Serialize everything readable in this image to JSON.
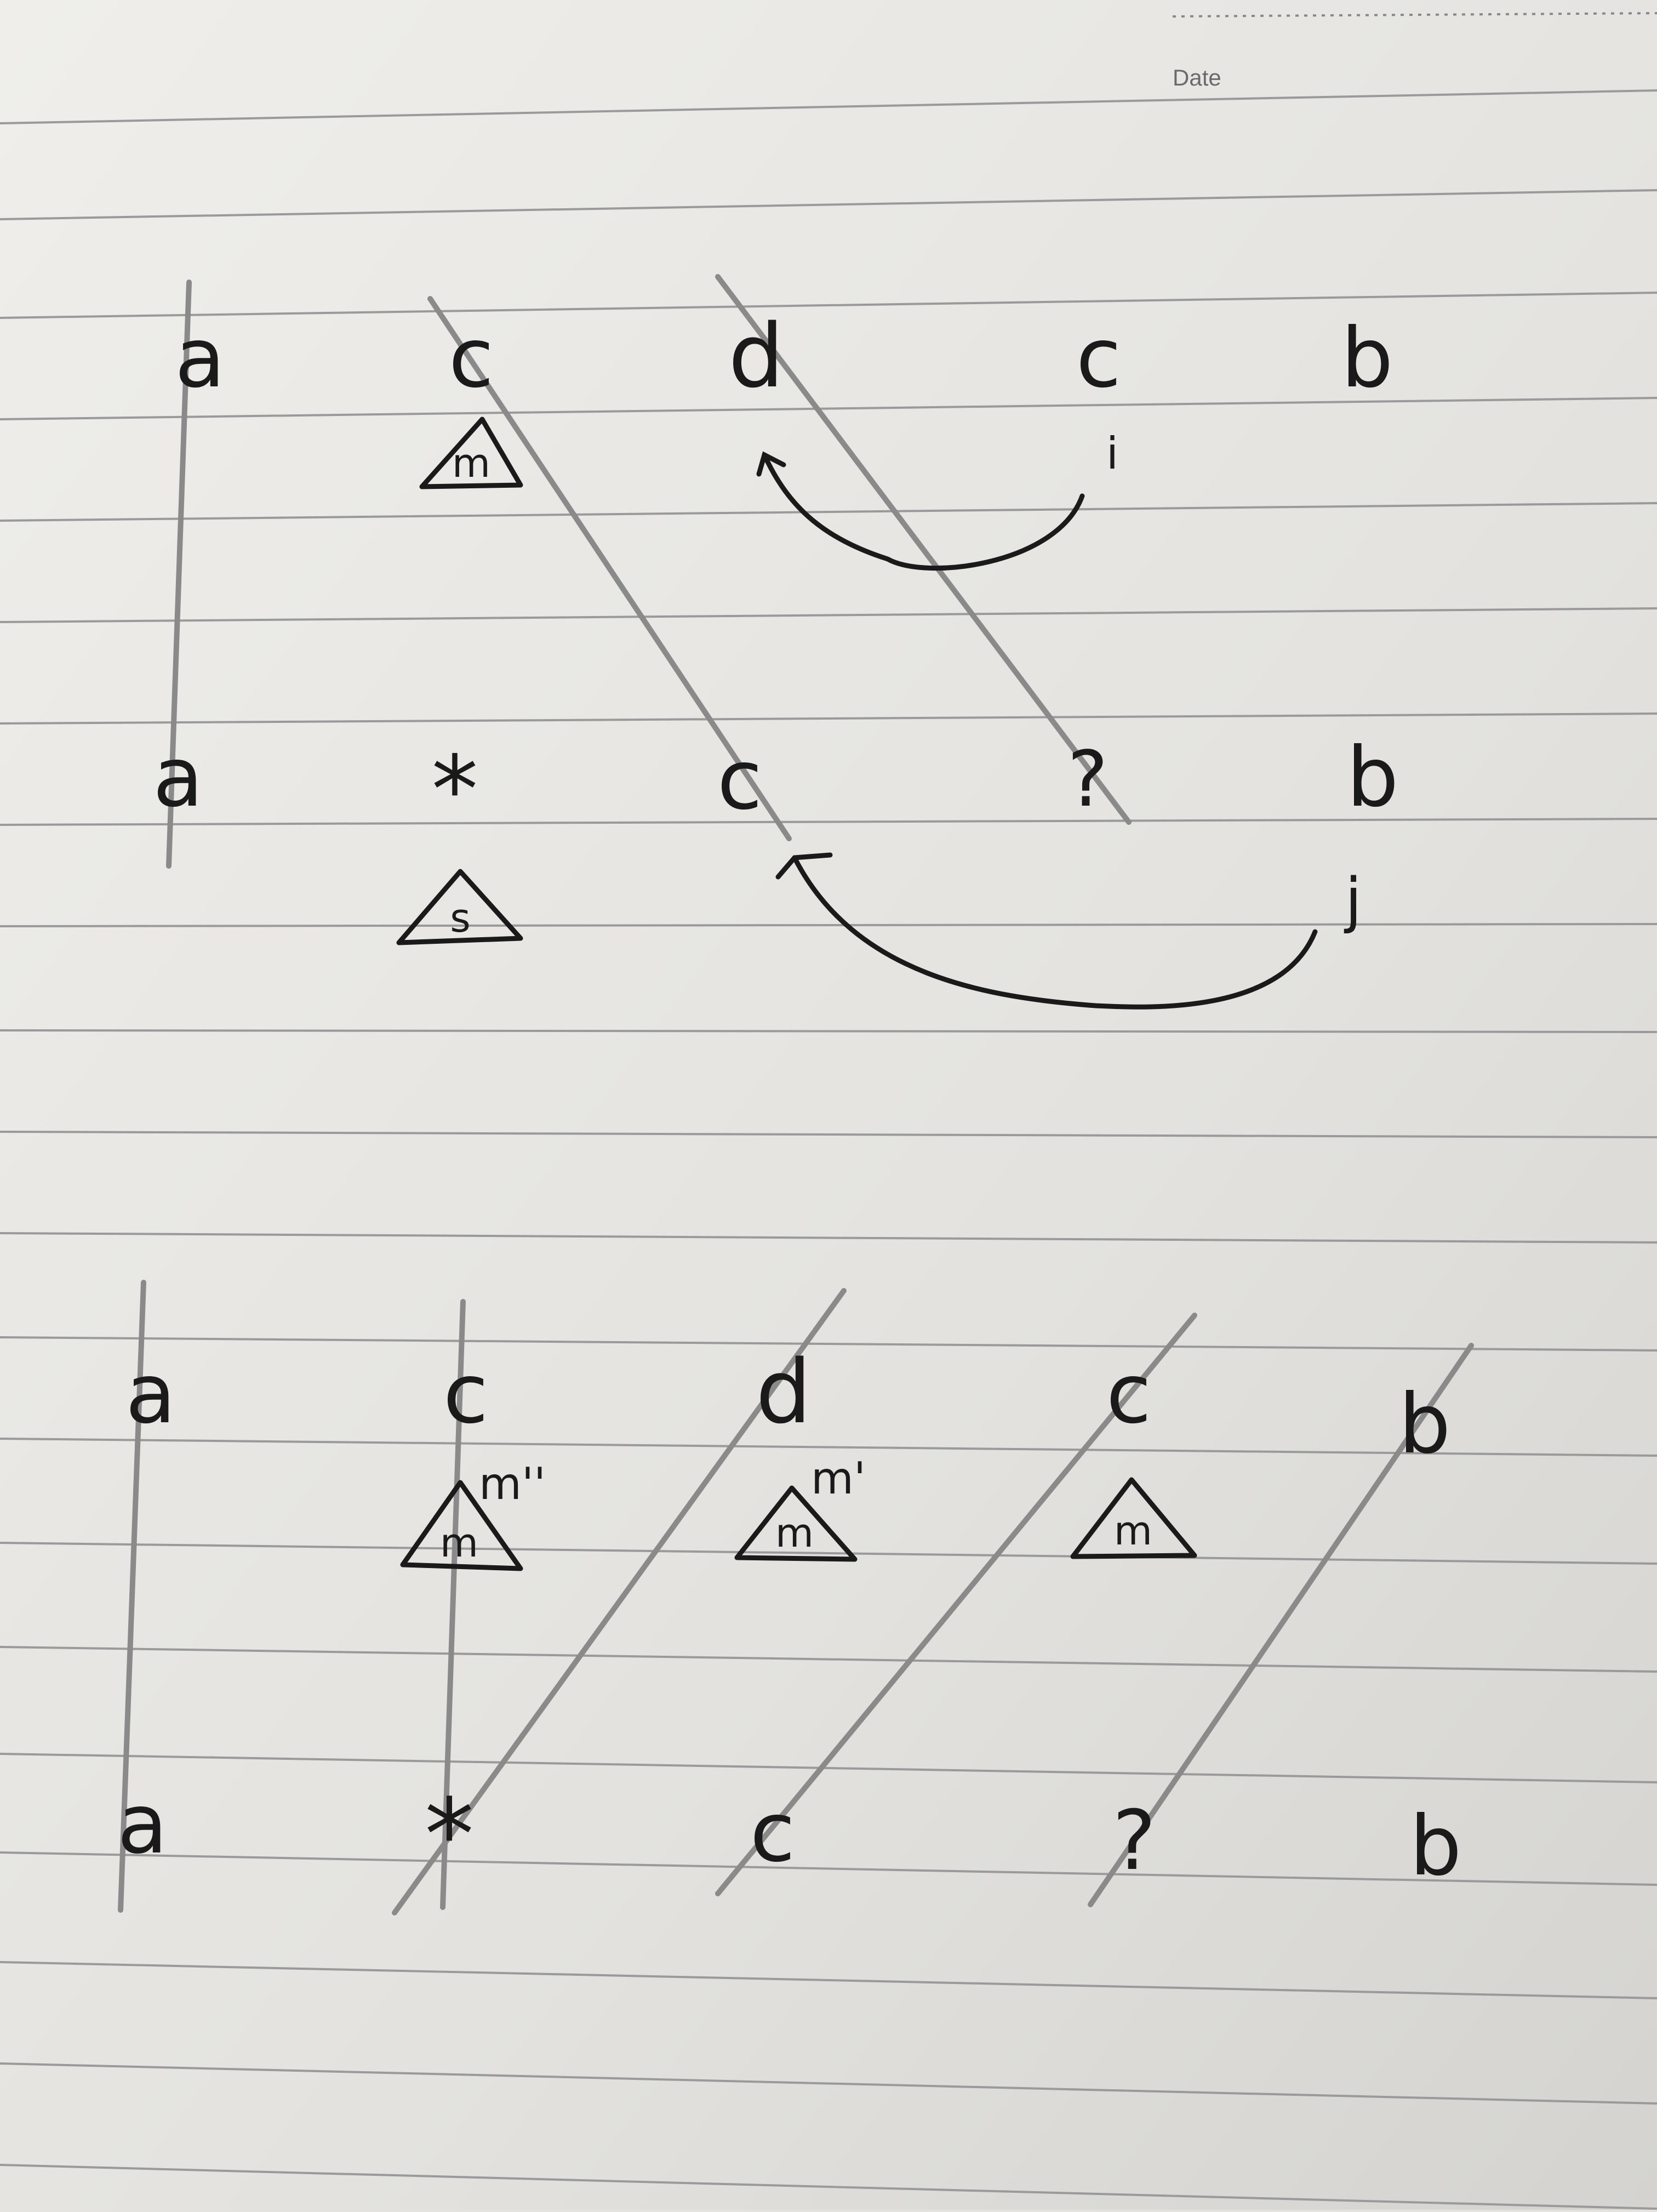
{
  "header": {
    "date_label": "Date"
  },
  "diagram_top": {
    "row1": [
      "a",
      "c",
      "d",
      "c",
      "b"
    ],
    "row1_index_label": "i",
    "triangle_row1": "m",
    "row2": [
      "a",
      "*",
      "c",
      "?",
      "b"
    ],
    "row2_index_label": "j",
    "triangle_row2": "s"
  },
  "diagram_bottom": {
    "row1": [
      "a",
      "c",
      "d",
      "c",
      "b"
    ],
    "triangles": [
      "m''",
      "m'",
      "m"
    ],
    "row2": [
      "a",
      "*",
      "c",
      "?",
      "b"
    ]
  },
  "colors": {
    "ink": "#1a1a1a",
    "pencil": "#8a8a8a",
    "paper": "#e4e3df",
    "rule": "#9a9a9a"
  }
}
